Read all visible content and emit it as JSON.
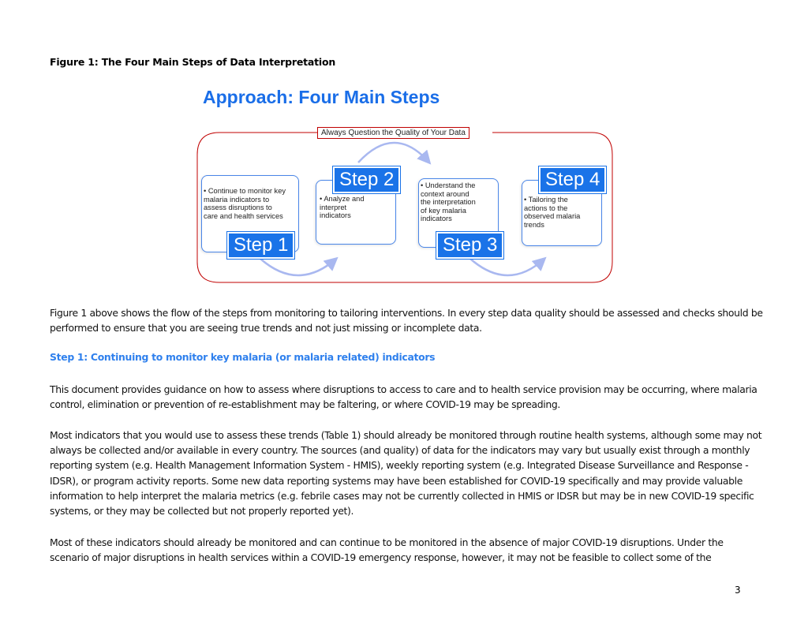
{
  "figure_caption": "Figure 1: The Four Main Steps of Data Interpretation",
  "diagram": {
    "title": "Approach: Four Main Steps",
    "quality_label": "Always Question the Quality of Your Data",
    "steps": [
      {
        "badge": "Step 1",
        "text": "• Continue to monitor key\n  malaria indicators to\n  assess disruptions to\n  care and health services"
      },
      {
        "badge": "Step 2",
        "text": "• Analyze and\n  interpret\n  indicators"
      },
      {
        "badge": "Step 3",
        "text": "• Understand the\n  context around\n  the interpretation\n  of key malaria\n  indicators"
      },
      {
        "badge": "Step 4",
        "text": "• Tailoring the\n  actions to the\n  observed malaria\n  trends"
      }
    ],
    "colors": {
      "accent": "#1a73e8",
      "border": "#c00000",
      "arrow": "#a9b8f0"
    }
  },
  "paragraphs": [
    "Figure 1 above shows the flow of the steps from monitoring to tailoring interventions.  In every step data quality should be assessed and checks should be performed to ensure that you are seeing true trends and not just missing or incomplete data.",
    "This document provides guidance on how to assess where disruptions to access to care and to health service provision may be occurring, where malaria control, elimination or prevention of re-establishment may be faltering, or where COVID-19 may be spreading.",
    "Most indicators that you would use to assess these trends (Table 1) should already be monitored through routine health systems, although some may not always be collected and/or available in every country. The sources (and quality) of data for the indicators may vary but usually exist through a monthly reporting system (e.g. Health Management Information System - HMIS), weekly reporting system (e.g. Integrated Disease Surveillance and Response - IDSR), or program activity reports. Some new data reporting systems may have been established for COVID-19 specifically and may provide valuable information to help interpret the malaria metrics (e.g. febrile cases may not be currently collected in HMIS or IDSR but may be in new COVID-19 specific systems, or they may be collected but not properly reported yet).",
    "Most of these indicators should already be monitored and can continue to be monitored in the absence of major COVID-19 disruptions. Under the scenario of major disruptions in health services within a COVID-19 emergency response, however, it may not be feasible to collect some of the"
  ],
  "section_heading": "Step 1: Continuing to monitor key malaria (or malaria related) indicators",
  "page_number": "3"
}
